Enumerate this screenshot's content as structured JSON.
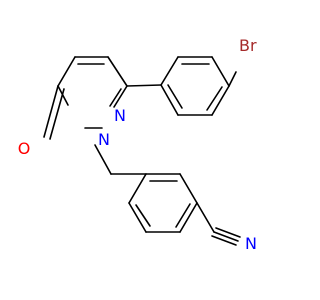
{
  "molecule": {
    "atoms": {
      "bromine": {
        "label": "Br",
        "color": "#a52a2a"
      },
      "pyridazine_n1": {
        "label": "N",
        "color": "#0000ff"
      },
      "pyridazine_n2": {
        "label": "N",
        "color": "#0000ff"
      },
      "carbonyl_oxygen": {
        "label": "O",
        "color": "#ff0000"
      },
      "nitrile_nitrogen": {
        "label": "N",
        "color": "#0000ff"
      }
    },
    "bond_color": "#000000"
  }
}
